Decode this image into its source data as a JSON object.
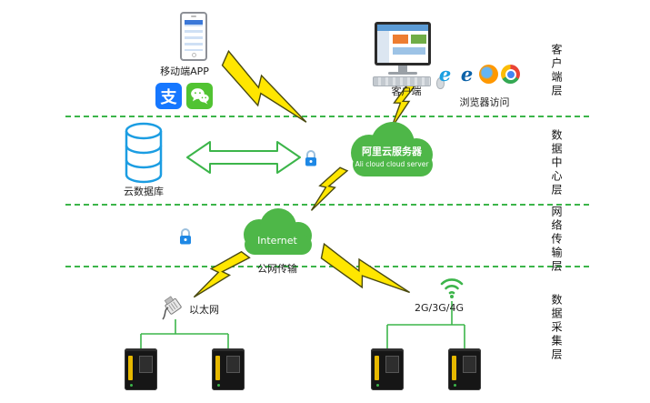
{
  "page": {
    "background": "#ffffff"
  },
  "colors": {
    "layer_line_green": "#3cb54a",
    "cloud_green": "#4eb748",
    "database_blue": "#1b9de2",
    "bolt_yellow": "#ffe600",
    "alipay_blue": "#1677ff",
    "wechat_green": "#51c332",
    "lock_blue": "#1e88e5"
  },
  "layers": {
    "client": "客户端层",
    "data_center": "数据中心层",
    "network": "网络传输层",
    "acquisition": "数据采集层"
  },
  "nodes": {
    "mobile_app": "移动端APP",
    "alipay_glyph": "支",
    "client_pc": "客户端",
    "browsers": "浏览器访问",
    "cloud_db": "云数据库",
    "ali_cloud_cn": "阿里云服务器",
    "ali_cloud_en": "Ali cloud  cloud server",
    "internet": "Internet",
    "public_net": "公网传输",
    "ethernet": "以太网",
    "cellular": "2G/3G/4G"
  }
}
